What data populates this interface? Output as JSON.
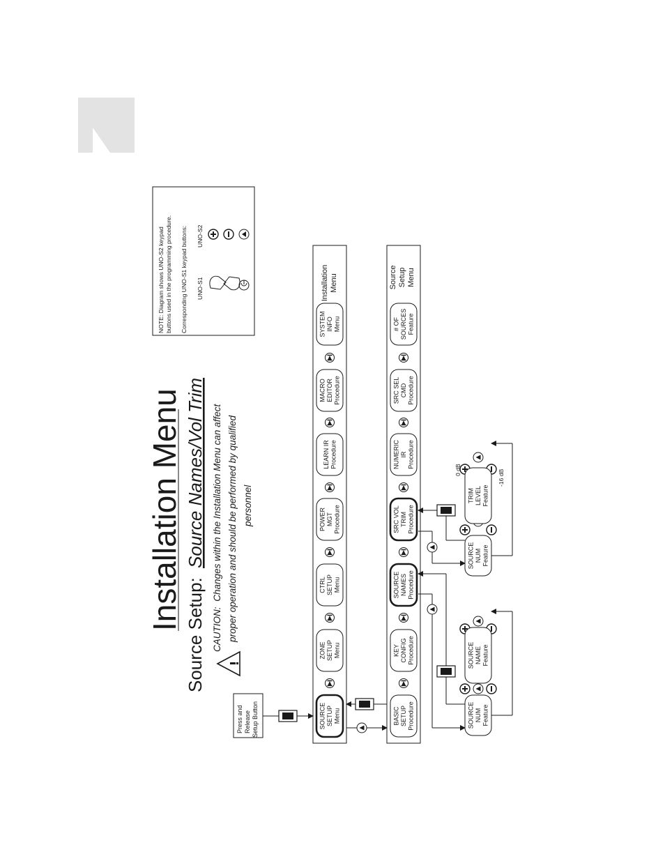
{
  "page": {
    "title": "Installation Menu",
    "subtitle_prefix": "Source Setup:",
    "subtitle_topic": "Source Names/Vol Trim",
    "caution_label": "CAUTION:",
    "caution_line1": "Changes within the Installation Menu can affect",
    "caution_line2": "proper operation and should be performed by qualified",
    "caution_line3": "personnel"
  },
  "note": {
    "line1": "NOTE: Diagram shows UNO-S2 keypad",
    "line2": "buttons used in the programming procedure.",
    "line3": "Corresponding UNO-S1 keypad buttons:",
    "col1": "UNO-S1",
    "col2": "UNO-S2"
  },
  "start": {
    "line1": "Press and",
    "line2": "Release",
    "line3": "Setup Button"
  },
  "installation_menu": {
    "label1": "Installation",
    "label2": "Menu",
    "items": [
      [
        "SOURCE",
        "SETUP",
        "Menu"
      ],
      [
        "ZONE",
        "SETUP",
        "Menu"
      ],
      [
        "CTRL",
        "SETUP",
        "Menu"
      ],
      [
        "POWER",
        "MGT",
        "Procedure"
      ],
      [
        "LEARN IR",
        "Procedure"
      ],
      [
        "MACRO",
        "EDITOR",
        "Procedure"
      ],
      [
        "SYSTEM",
        "INFO",
        "Menu"
      ]
    ]
  },
  "source_menu": {
    "label1": "Source",
    "label2": "Setup",
    "label3": "Menu",
    "items": [
      [
        "BASIC",
        "SETUP",
        "Procedure"
      ],
      [
        "KEY",
        "CONFIG",
        "Procedure"
      ],
      [
        "SOURCE",
        "NAMES",
        "Procedure"
      ],
      [
        "SRC VOL",
        "TRIM",
        "Procedure"
      ],
      [
        "NUMERIC",
        "IR",
        "Procedure"
      ],
      [
        "SRC SEL",
        "CMD",
        "Procedure"
      ],
      [
        "# OF",
        "SOURCES",
        "Feature"
      ]
    ]
  },
  "names_branch": {
    "num": [
      "SOURCE",
      "NUM",
      "Feature"
    ],
    "name": [
      "SOURCE",
      "NAME",
      "Feature"
    ]
  },
  "trim_branch": {
    "num": [
      "SOURCE",
      "NUM",
      "Feature"
    ],
    "level": [
      "TRIM",
      "LEVEL",
      "Feature"
    ],
    "max_label": "0 dB",
    "min_label": "-16 dB"
  },
  "colors": {
    "ink": "#1a1a1a",
    "logo": "#e3e3e3"
  },
  "icons": [
    "setup-button-icon",
    "plus-icon",
    "minus-icon",
    "up-arrow-icon",
    "skip-icon",
    "power-icon",
    "caution-triangle-icon",
    "logo-r-icon"
  ]
}
